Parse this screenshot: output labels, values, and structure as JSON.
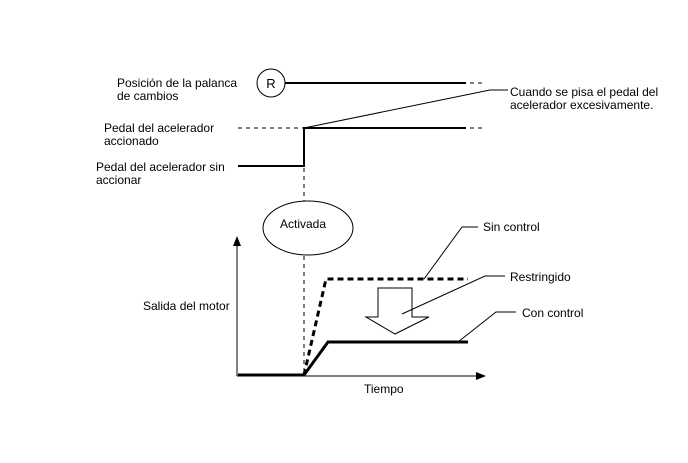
{
  "labels": {
    "lever_position_line1": "Posición de la palanca",
    "lever_position_line2": "de cambios",
    "lever_symbol": "R",
    "pedal_pressed_line1": "Pedal del acelerador",
    "pedal_pressed_line2": "accionado",
    "pedal_released_line1": "Pedal del acelerador sin",
    "pedal_released_line2": "accionar",
    "callout_line1": "Cuando se pisa el pedal del",
    "callout_line2": "acelerador excesivamente.",
    "activated": "Activada",
    "motor_output": "Salida del motor",
    "time": "Tiempo",
    "no_control": "Sin control",
    "restricted": "Restringido",
    "with_control": "Con control"
  }
}
